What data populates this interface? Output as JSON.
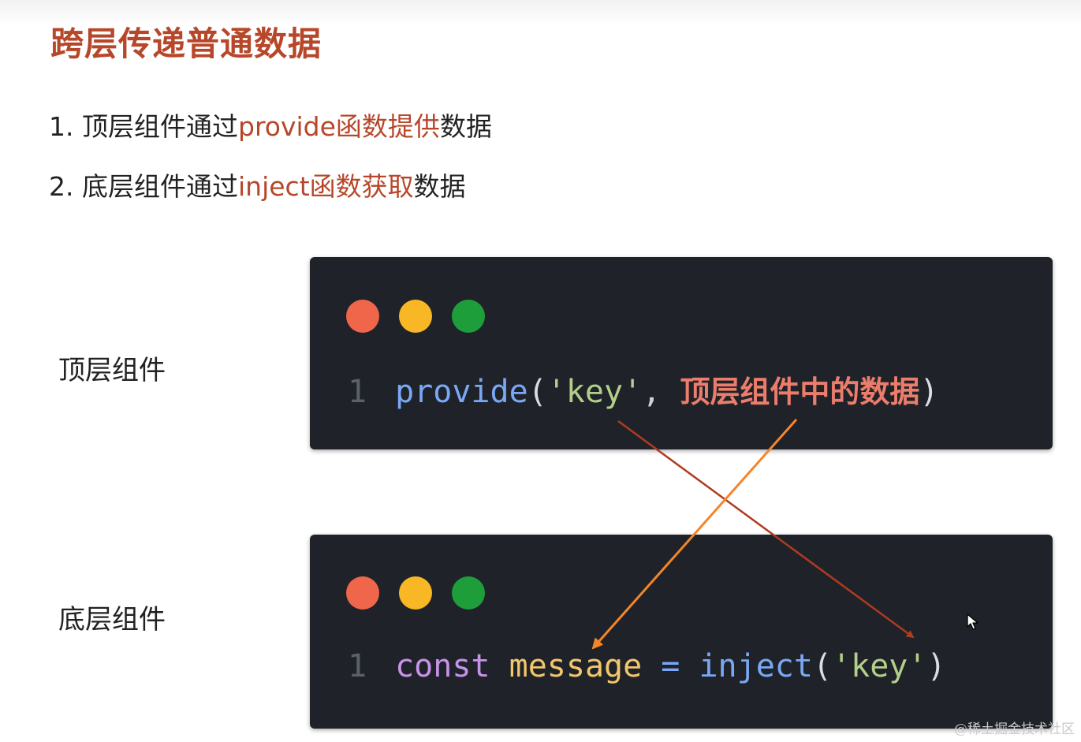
{
  "title": "跨层传递普通数据",
  "points": [
    {
      "num": "1.",
      "pre": "顶层组件通过",
      "highlight": "provide函数提供",
      "post": "数据"
    },
    {
      "num": "2.",
      "pre": "底层组件通过",
      "highlight": "inject函数获取",
      "post": "数据"
    }
  ],
  "labels": {
    "top": "顶层组件",
    "bottom": "底层组件"
  },
  "code_top": {
    "line_number": "1",
    "fn": "provide",
    "open": "(",
    "str": "'key'",
    "comma": ",",
    "arg": "顶层组件中的数据",
    "close": ")"
  },
  "code_bottom": {
    "line_number": "1",
    "kw": "const",
    "var": "message",
    "op": "=",
    "fn": "inject",
    "open": "(",
    "str": "'key'",
    "close": ")"
  },
  "colors": {
    "title": "#b7472a",
    "code_bg": "#1f2329",
    "dot_red": "#f0664a",
    "dot_yellow": "#f8b724",
    "dot_green": "#1e9e3a",
    "arrow_red": "#b03a22",
    "arrow_orange": "#f5852a"
  },
  "icons": [
    "window-close-dot",
    "window-minimize-dot",
    "window-maximize-dot",
    "mouse-cursor-icon",
    "arrow-icon"
  ],
  "watermark": "@稀土掘金技术社区"
}
